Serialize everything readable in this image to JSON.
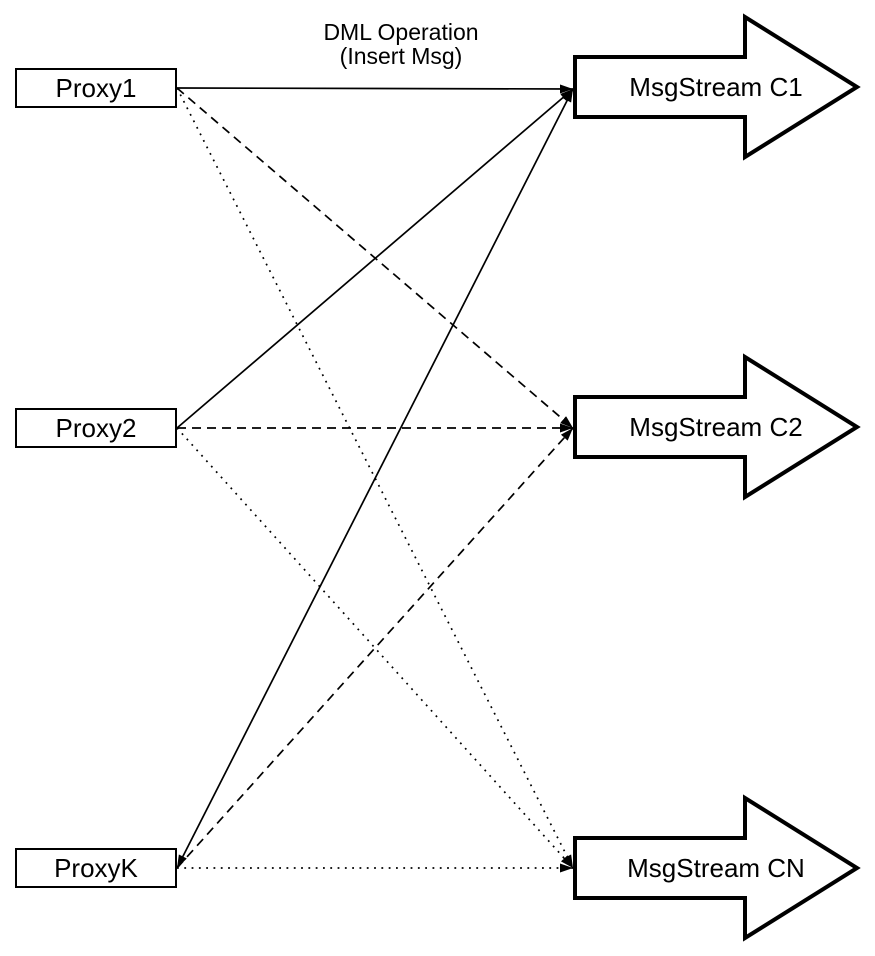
{
  "title": {
    "text": "DML Operation\n(Insert Msg)"
  },
  "diagram": {
    "proxies": [
      {
        "id": "proxy1",
        "label": "Proxy1"
      },
      {
        "id": "proxy2",
        "label": "Proxy2"
      },
      {
        "id": "proxyk",
        "label": "ProxyK"
      }
    ],
    "streams": [
      {
        "id": "c1",
        "label": "MsgStream C1"
      },
      {
        "id": "c2",
        "label": "MsgStream C2"
      },
      {
        "id": "cn",
        "label": "MsgStream CN"
      }
    ],
    "connections": [
      {
        "from": "proxy1",
        "to": "c1",
        "style": "solid",
        "arrow_at_source": false
      },
      {
        "from": "proxy1",
        "to": "c2",
        "style": "dashed",
        "arrow_at_source": false
      },
      {
        "from": "proxy1",
        "to": "cn",
        "style": "dotted",
        "arrow_at_source": false
      },
      {
        "from": "proxy2",
        "to": "c1",
        "style": "solid",
        "arrow_at_source": false
      },
      {
        "from": "proxy2",
        "to": "c2",
        "style": "dashed",
        "arrow_at_source": false
      },
      {
        "from": "proxy2",
        "to": "cn",
        "style": "dotted",
        "arrow_at_source": false
      },
      {
        "from": "proxyk",
        "to": "c1",
        "style": "solid",
        "arrow_at_source": true
      },
      {
        "from": "proxyk",
        "to": "c2",
        "style": "dashed",
        "arrow_at_source": false
      },
      {
        "from": "proxyk",
        "to": "cn",
        "style": "dotted",
        "arrow_at_source": false
      }
    ]
  },
  "colors": {
    "line": "#000000",
    "shape_fill": "#ffffff",
    "shape_border": "#000000"
  }
}
